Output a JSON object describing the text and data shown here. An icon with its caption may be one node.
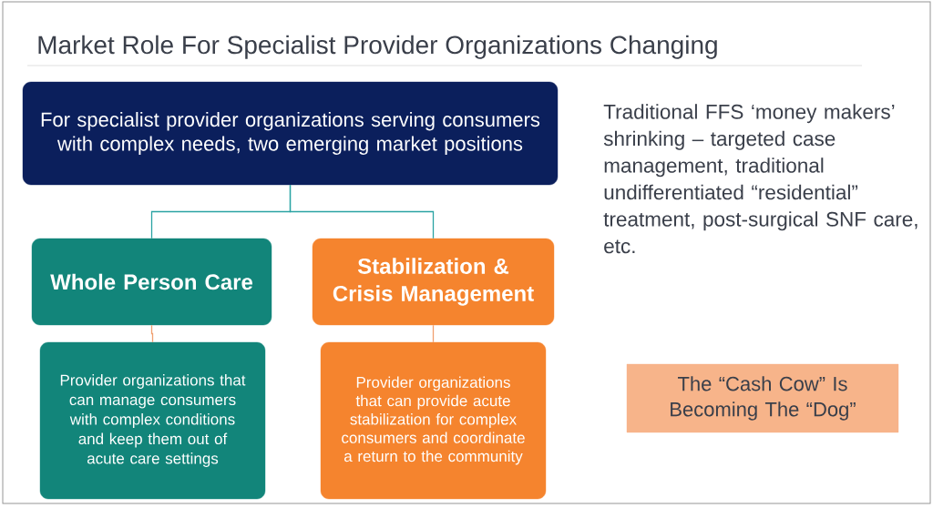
{
  "diagram": {
    "title": "Market Role For Specialist Provider Organizations Changing",
    "nodes": [
      {
        "text": [
          "For specialist provider organizations serving consumers with complex needs, two emerging market positions"
        ]
      },
      {
        "text": [
          "Whole Person Care"
        ]
      },
      {
        "text": [
          "Stabilization & Crisis Management"
        ]
      },
      {
        "text": [
          "Provider organizations that can manage consumers with complex conditions and keep them out of acute care settings"
        ]
      },
      {
        "text": [
          "Provider organizations that can provide acute stabilization for complex consumers and coordinate a return to the community"
        ]
      },
      {
        "text": [
          "The “Cash Cow” Is Becoming The “Dog”"
        ]
      }
    ],
    "edges": [
      {
        "from": 0,
        "to": 1,
        "arrow": "none",
        "color": "#2aa3a3"
      },
      {
        "from": 0,
        "to": 2,
        "arrow": "none",
        "color": "#2aa3a3"
      },
      {
        "from": 1,
        "to": 3,
        "arrow": "none",
        "color": "#f0a070"
      },
      {
        "from": 2,
        "to": 4,
        "arrow": "none",
        "color": "#f0a070"
      }
    ],
    "labels": [
      "Traditional FFS ‘money makers’ shrinking – targeted case management, traditional undifferentiated “residential” treatment, post-surgical SNF care, etc."
    ]
  }
}
